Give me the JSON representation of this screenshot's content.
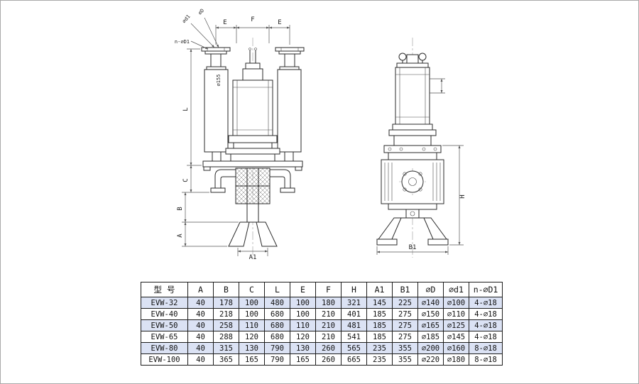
{
  "sheet": {
    "background": "#ffffff",
    "border_color": "#a9a9a9",
    "line_color": "#2a2a2a",
    "row_shade_color": "#dbe2f4"
  },
  "drawing": {
    "front_view": {
      "labels": {
        "phi_d1": "∅d1",
        "phi_D": "∅D",
        "n_phi_D1": "n-∅D1",
        "muffler_dia": "∅155",
        "dim_e_left": "E",
        "dim_f": "F",
        "dim_e_right": "E",
        "dim_l": "L",
        "dim_c": "C",
        "dim_b": "B",
        "dim_a": "A",
        "dim_a1": "A1"
      }
    },
    "side_view": {
      "labels": {
        "dim_h": "H",
        "dim_b1": "B1"
      }
    }
  },
  "table": {
    "headers": [
      "型  号",
      "A",
      "B",
      "C",
      "L",
      "E",
      "F",
      "H",
      "A1",
      "B1",
      "∅D",
      "∅d1",
      "n-∅D1"
    ],
    "rows": [
      [
        "EVW-32",
        "40",
        "178",
        "100",
        "480",
        "100",
        "180",
        "321",
        "145",
        "225",
        "∅140",
        "∅100",
        "4-∅18"
      ],
      [
        "EVW-40",
        "40",
        "218",
        "100",
        "680",
        "100",
        "210",
        "401",
        "185",
        "275",
        "∅150",
        "∅110",
        "4-∅18"
      ],
      [
        "EVW-50",
        "40",
        "258",
        "110",
        "680",
        "110",
        "210",
        "481",
        "185",
        "275",
        "∅165",
        "∅125",
        "4-∅18"
      ],
      [
        "EVW-65",
        "40",
        "288",
        "120",
        "680",
        "120",
        "210",
        "541",
        "185",
        "275",
        "∅185",
        "∅145",
        "4-∅18"
      ],
      [
        "EVW-80",
        "40",
        "315",
        "130",
        "790",
        "130",
        "260",
        "565",
        "235",
        "355",
        "∅200",
        "∅160",
        "8-∅18"
      ],
      [
        "EVW-100",
        "40",
        "365",
        "165",
        "790",
        "165",
        "260",
        "665",
        "235",
        "355",
        "∅220",
        "∅180",
        "8-∅18"
      ]
    ]
  }
}
